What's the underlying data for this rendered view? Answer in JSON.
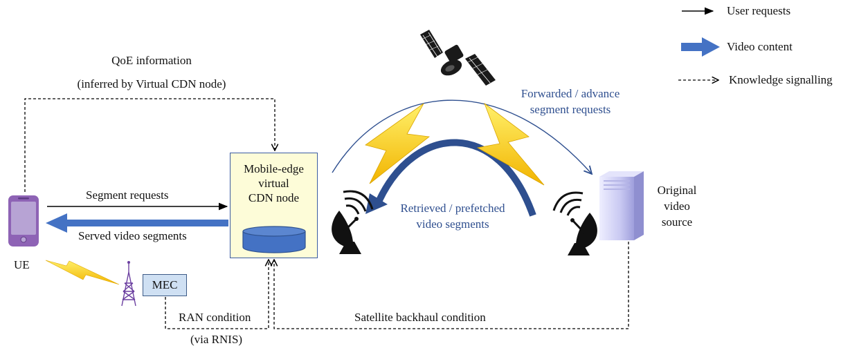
{
  "legend": {
    "user_requests": "User requests",
    "video_content": "Video content",
    "knowledge_signalling": "Knowledge signalling"
  },
  "labels": {
    "qoe_line1": "QoE information",
    "qoe_line2": "(inferred by Virtual CDN node)",
    "segment_requests": "Segment requests",
    "served_segments": "Served video segments",
    "ue": "UE",
    "mec": "MEC",
    "ran_condition": "RAN condition",
    "via_rnis": "(via RNIS)",
    "satellite_backhaul": "Satellite backhaul condition",
    "forwarded_line1": "Forwarded  / advance",
    "forwarded_line2": "segment requests",
    "retrieved_line1": "Retrieved / prefetched",
    "retrieved_line2": "video segments",
    "source_line1": "Original",
    "source_line2": "video",
    "source_line3": "source"
  },
  "cdn_node": {
    "line1": "Mobile-edge",
    "line2": "virtual",
    "line3": "CDN node"
  },
  "colors": {
    "video_arrow": "#4472c4",
    "arc_blue": "#2e4f8f",
    "lightning": "#ffd21a",
    "phone_frame": "#7a4fa3",
    "cdn_fill": "#fdfcd8",
    "mec_fill": "#cfe0f3"
  }
}
